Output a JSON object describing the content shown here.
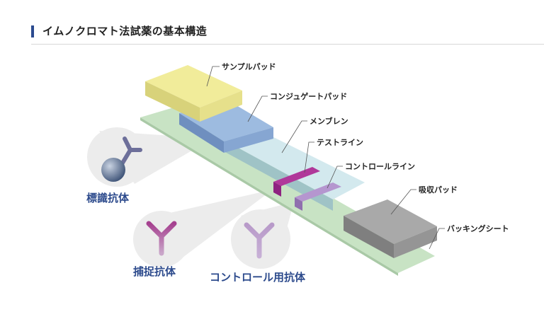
{
  "title": "イムノクロマト法試薬の基本構造",
  "labels": {
    "sample_pad": "サンプルパッド",
    "conjugate_pad": "コンジュゲートパッド",
    "membrane": "メンブレン",
    "test_line": "テストライン",
    "control_line": "コントロールライン",
    "absorbent_pad": "吸収パッド",
    "backing_sheet": "バッキングシート"
  },
  "antibodies": {
    "labeled": "標識抗体",
    "capture": "捕捉抗体",
    "control": "コントロール用抗体"
  },
  "colors": {
    "accent": "#2b4a8f",
    "sample_pad": "#f1ec9a",
    "conjugate_pad": "#9dbbe0",
    "membrane": "#d3e9ee",
    "backing": "#c8e3c4",
    "absorbent": "#a9a9a9",
    "test_line": "#b0389a",
    "control_line": "#b596cf"
  }
}
